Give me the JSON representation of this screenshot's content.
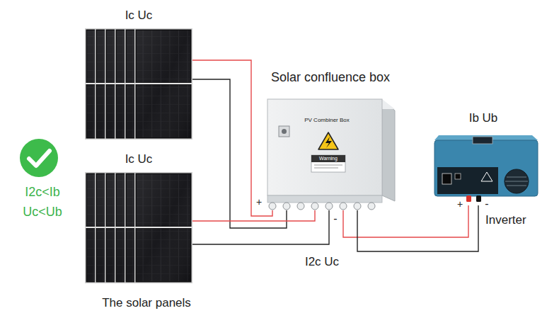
{
  "diagram": {
    "nodes": [
      {
        "text": [
          "Ic Uc"
        ]
      },
      {
        "text": [
          "Ic Uc"
        ]
      },
      {
        "text": [
          "Solar confluence box",
          "PV Combiner Box"
        ]
      },
      {
        "text": [
          "Ib Ub",
          "Inverter"
        ]
      }
    ],
    "edges": [
      {
        "from": 0,
        "to": 2,
        "arrow": "none"
      },
      {
        "from": 0,
        "to": 2,
        "arrow": "none"
      },
      {
        "from": 1,
        "to": 2,
        "arrow": "none"
      },
      {
        "from": 1,
        "to": 2,
        "arrow": "none"
      },
      {
        "from": 2,
        "to": 3,
        "arrow": "none"
      },
      {
        "from": 2,
        "to": 3,
        "arrow": "none"
      }
    ],
    "labels": [
      "The solar panels",
      "I2c<Ib",
      "Uc<Ub",
      "+",
      "-",
      "I2c Uc",
      "+",
      "-",
      "Warning"
    ]
  }
}
